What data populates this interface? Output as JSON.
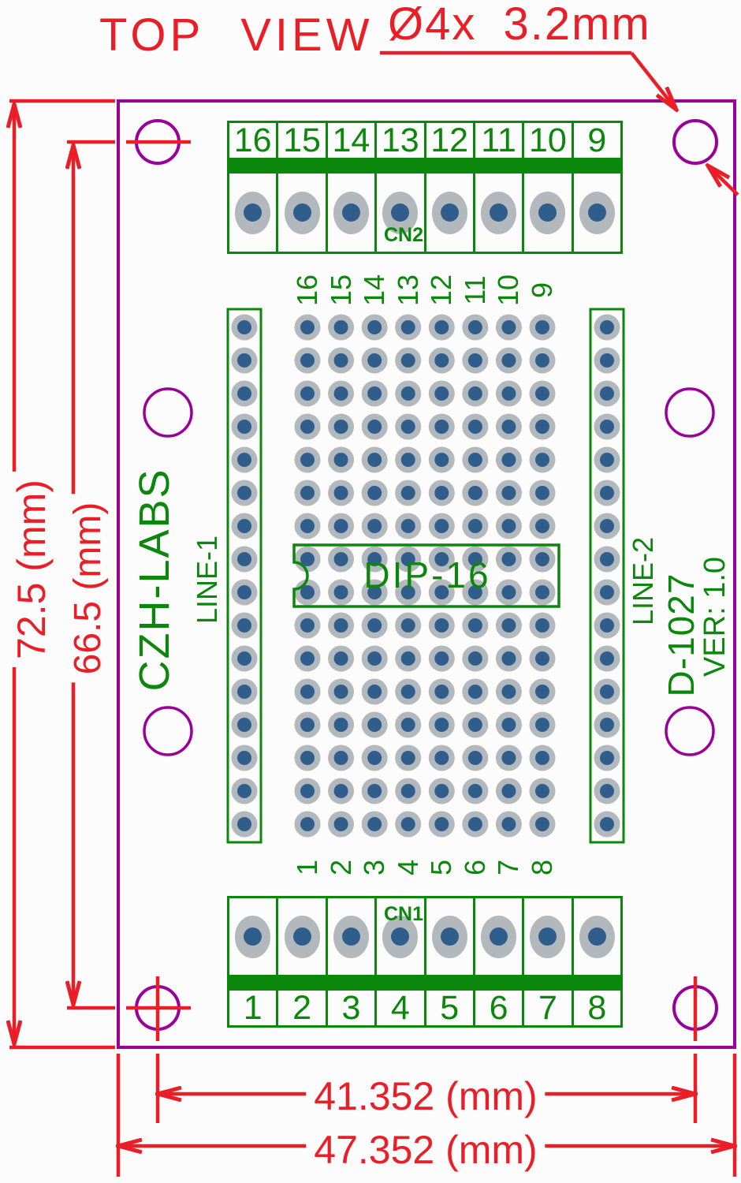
{
  "title": "TOP VIEW",
  "hole_callout": "Ø4x 3.2mm",
  "brand": "CZH-LABS",
  "model": "D-1027",
  "version": "VER: 1.0",
  "ic_label": "DIP-16",
  "bus_lines": {
    "left": "LINE-1",
    "right": "LINE-2"
  },
  "connectors": {
    "cn2": {
      "label": "CN2",
      "pins": [
        "16",
        "15",
        "14",
        "13",
        "12",
        "11",
        "10",
        "9"
      ]
    },
    "cn1": {
      "label": "CN1",
      "pins": [
        "1",
        "2",
        "3",
        "4",
        "5",
        "6",
        "7",
        "8"
      ]
    }
  },
  "proto": {
    "rows": 16,
    "cols": 8,
    "top_labels": [
      "16",
      "15",
      "14",
      "13",
      "12",
      "11",
      "10",
      "9"
    ],
    "bottom_labels": [
      "1",
      "2",
      "3",
      "4",
      "5",
      "6",
      "7",
      "8"
    ]
  },
  "dimensions": {
    "height_outer": "72.5 (mm)",
    "height_holes": "66.5 (mm)",
    "width_holes": "41.352 (mm)",
    "width_outer": "47.352 (mm)"
  },
  "colors": {
    "red": "#ea1e27",
    "magenta": "#990099",
    "green": "#0b870b",
    "pad_gray": "#b2b8bc",
    "pad_blue": "#2f5e8c",
    "background": "#fcfcfc"
  }
}
